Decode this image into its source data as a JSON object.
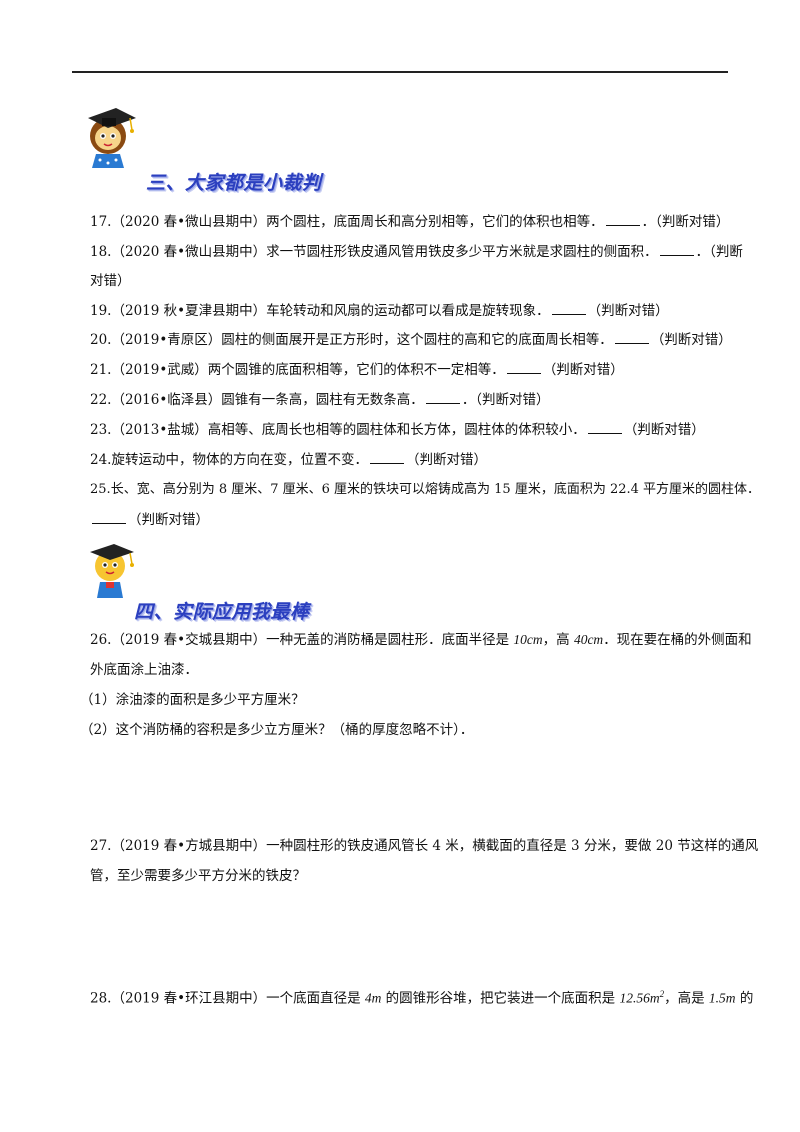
{
  "section3": {
    "title": "三、大家都是小裁判",
    "items": [
      {
        "num": "17.",
        "text": "（2020 春•微山县期中）两个圆柱，底面周长和高分别相等，它们的体积也相等．",
        "tail": "．（判断对错）"
      },
      {
        "num": "18.",
        "text": "（2020 春•微山县期中）求一节圆柱形铁皮通风管用铁皮多少平方米就是求圆柱的侧面积．",
        "tail": "．（判断",
        "cont": "对错）"
      },
      {
        "num": "19.",
        "text": "（2019 秋•夏津县期中）车轮转动和风扇的运动都可以看成是旋转现象．",
        "tail": "（判断对错）"
      },
      {
        "num": "20.",
        "text": "（2019•青原区）圆柱的侧面展开是正方形时，这个圆柱的高和它的底面周长相等．",
        "tail": "（判断对错）"
      },
      {
        "num": "21.",
        "text": "（2019•武威）两个圆锥的底面积相等，它们的体积不一定相等．",
        "tail": "（判断对错）"
      },
      {
        "num": "22.",
        "text": "（2016•临泽县）圆锥有一条高，圆柱有无数条高．",
        "tail": "．（判断对错）"
      },
      {
        "num": "23.",
        "text": "（2013•盐城）高相等、底周长也相等的圆柱体和长方体，圆柱体的体积较小．",
        "tail": "（判断对错）"
      },
      {
        "num": "24.",
        "text": "旋转运动中，物体的方向在变，位置不变．",
        "tail": "（判断对错）"
      },
      {
        "num": "25.",
        "text": "长、宽、高分别为 8 厘米、7 厘米、6 厘米的铁块可以熔铸成高为 15 厘米，底面积为 22.4 平方厘米的圆柱体．",
        "tail": "",
        "cont": "（判断对错）"
      }
    ]
  },
  "section4": {
    "title": "四、实际应用我最棒",
    "q26": {
      "num": "26.",
      "line1_a": "（2019 春•交城县期中）一种无盖的消防桶是圆柱形．底面半径是 ",
      "r": "10cm",
      "line1_b": "，高 ",
      "h": "40cm",
      "line1_c": "．现在要在桶的外侧面和",
      "line2": "外底面涂上油漆．",
      "sub1": "（1）涂油漆的面积是多少平方厘米？",
      "sub2": "（2）这个消防桶的容积是多少立方厘米？（桶的厚度忽略不计）．"
    },
    "q27": {
      "num": "27.",
      "line1": "（2019 春•方城县期中）一种圆柱形的铁皮通风管长 4 米，横截面的直径是 3 分米，要做 20 节这样的通风",
      "line2": "管，至少需要多少平方分米的铁皮？"
    },
    "q28": {
      "num": "28.",
      "line1_a": "（2019 春•环江县期中）一个底面直径是 ",
      "d": "4m",
      "line1_b": " 的圆锥形谷堆，把它装进一个底面积是 ",
      "area": "12.56m",
      "area_sup": "2",
      "line1_c": "，高是 ",
      "hh": "1.5m",
      "line1_d": " 的"
    }
  }
}
